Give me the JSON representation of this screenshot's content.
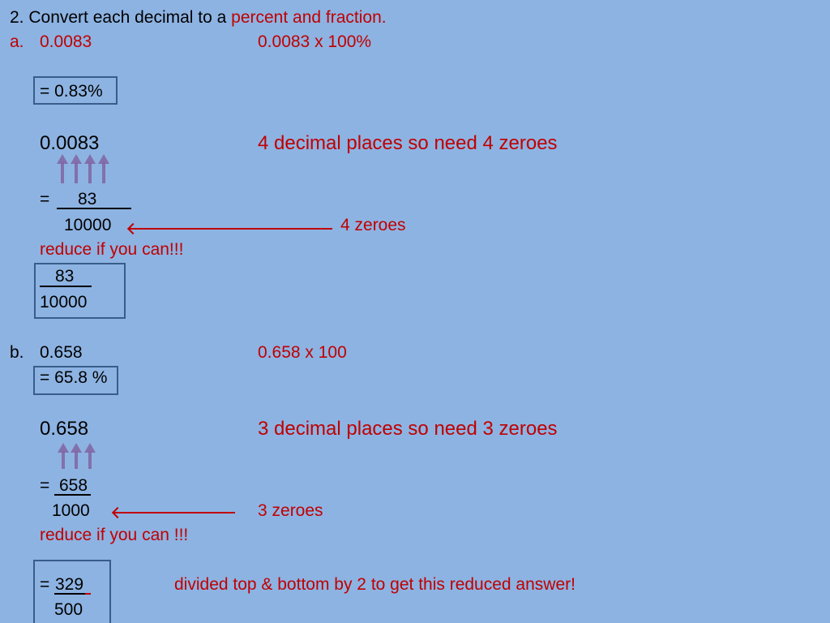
{
  "title": {
    "prefix": "2. Convert each decimal to a ",
    "highlight": "percent and fraction."
  },
  "part_a": {
    "label": "a.",
    "decimal": "0.0083",
    "multiply": "0.0083 x 100%",
    "percent_answer": "= 0.83%",
    "decimal_again": "0.0083",
    "places_note": "4 decimal places so need 4 zeroes",
    "equals": "=",
    "numerator": "83",
    "denominator": "10000",
    "zeroes_note": "4 zeroes",
    "reduce_note": "reduce if you can!!!",
    "final_numerator": "83",
    "final_denominator": "10000",
    "arrow_count": 4
  },
  "part_b": {
    "label": "b.",
    "decimal": "0.658",
    "multiply": "0.658 x 100",
    "percent_answer": "= 65.8 %",
    "decimal_again": "0.658",
    "places_note": "3 decimal places so need 3 zeroes",
    "equals": "=",
    "numerator": "658",
    "denominator": "1000",
    "zeroes_note": "3 zeroes",
    "reduce_note": "reduce if you can !!!",
    "final_equals": "=",
    "final_numerator": "329",
    "final_denominator": "500",
    "reduced_note": "divided top & bottom by 2 to get this reduced answer!",
    "arrow_count": 3
  },
  "colors": {
    "background": "#8db3e2",
    "accent_red": "#c00000",
    "box_border": "#385d8a",
    "arrow_purple": "#8064a2"
  }
}
